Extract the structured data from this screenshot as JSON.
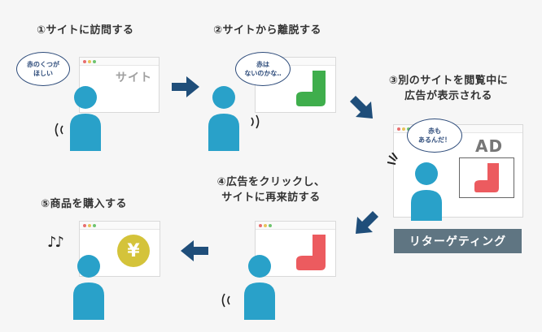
{
  "steps": {
    "s1": {
      "title": "①サイトに訪問する",
      "bubble": [
        "赤のくつが",
        "ほしい"
      ],
      "window_label": "サイト"
    },
    "s2": {
      "title": "②サイトから離脱する",
      "bubble": [
        "赤は",
        "ないのかな‥"
      ]
    },
    "s3": {
      "title_lines": [
        "③別のサイトを閲覧中に",
        "広告が表示される"
      ],
      "bubble": [
        "赤も",
        "あるんだ！"
      ],
      "window_label": "AD",
      "banner": "リターゲティング"
    },
    "s4": {
      "title_lines": [
        "④広告をクリックし、",
        "サイトに再来訪する"
      ]
    },
    "s5": {
      "title": "⑤商品を購入する",
      "coin_symbol": "¥",
      "music_notes": "♪♪"
    }
  },
  "colors": {
    "person": "#29a1c9",
    "shoe_green": "#3fae4c",
    "shoe_red": "#ec5b5f",
    "coin": "#d4c33a",
    "arrow": "#1f4e7a",
    "banner": "#5f7582",
    "dot_red": "#e86e6e",
    "dot_yellow": "#e8c35a",
    "dot_green": "#6fc46f"
  }
}
